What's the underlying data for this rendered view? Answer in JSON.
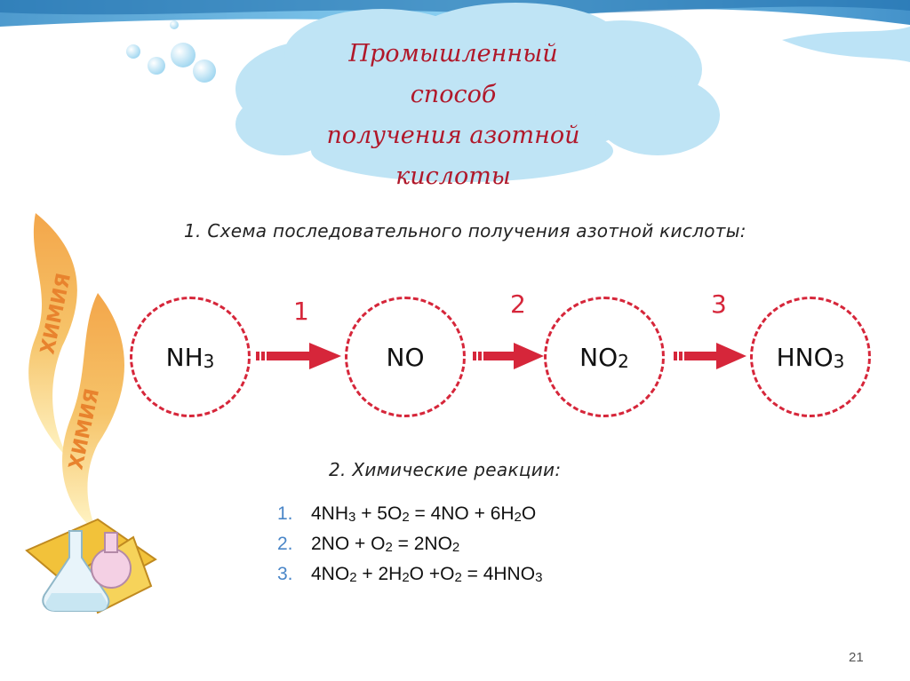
{
  "slide": {
    "title_lines": [
      "Промышленный способ",
      "получения азотной",
      "кислоты"
    ],
    "section1_title": "1. Схема последовательного получения азотной кислоты:",
    "section2_title": "2. Химические реакции:",
    "page_number": "21",
    "decor_text": [
      "ХИМИЯ",
      "ХИМИЯ"
    ]
  },
  "scheme": {
    "nodes": [
      {
        "base": "NH",
        "sub": "3"
      },
      {
        "base": "NO",
        "sub": ""
      },
      {
        "base": "NO",
        "sub": "2"
      },
      {
        "base": "HNO",
        "sub": "3"
      }
    ],
    "steps": [
      "1",
      "2",
      "3"
    ]
  },
  "reactions": [
    {
      "num": "1.",
      "parts": [
        [
          "4NH",
          ""
        ],
        [
          "3",
          "sub"
        ],
        [
          " + 5O",
          ""
        ],
        [
          "2",
          "sub"
        ],
        [
          " = 4NO + 6H",
          ""
        ],
        [
          "2",
          "sub"
        ],
        [
          "O",
          ""
        ]
      ]
    },
    {
      "num": "2.",
      "parts": [
        [
          "2NO + O",
          ""
        ],
        [
          "2",
          "sub"
        ],
        [
          " = 2NO",
          ""
        ],
        [
          "2",
          "sub"
        ]
      ]
    },
    {
      "num": "3.",
      "parts": [
        [
          "4NO",
          ""
        ],
        [
          "2",
          "sub"
        ],
        [
          " + 2H",
          ""
        ],
        [
          "2",
          "sub"
        ],
        [
          "O +O",
          ""
        ],
        [
          "2",
          "sub"
        ],
        [
          " = 4HNO",
          ""
        ],
        [
          "3",
          "sub"
        ]
      ]
    }
  ],
  "colors": {
    "accent_red": "#d6263a",
    "title_red": "#b0182a",
    "list_number_blue": "#4a86c8",
    "cloud": "#bfe4f5",
    "sky_blue": "#5ab4e0",
    "flame_orange": "#f0a34a"
  }
}
